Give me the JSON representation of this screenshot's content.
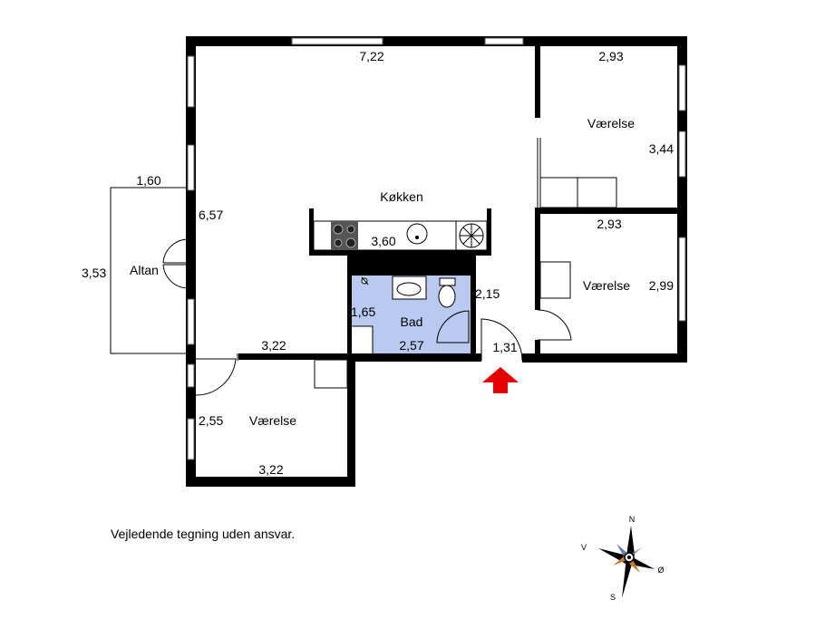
{
  "rooms": {
    "living": {
      "length": "7,22",
      "width": "6,57",
      "wall_length": "3,22"
    },
    "kitchen": {
      "label": "Køkken",
      "counter": "3,60"
    },
    "bedroom_ne": {
      "label": "Værelse",
      "width": "2,93",
      "depth": "3,44"
    },
    "bedroom_e": {
      "label": "Værelse",
      "width": "2,93",
      "depth": "2,99"
    },
    "bathroom": {
      "label": "Bad",
      "depth": "1,65",
      "width": "2,57",
      "right_depth": "2,15"
    },
    "entrance": {
      "width": "1,31"
    },
    "balcony": {
      "label": "Altan",
      "width": "1,60",
      "depth": "3,53"
    },
    "bedroom_sw": {
      "label": "Værelse",
      "depth": "2,55",
      "width": "3,22"
    }
  },
  "disclaimer": "Vejledende tegning uden ansvar.",
  "compass": {
    "n": "N",
    "s": "S",
    "e": "Ø",
    "w": "V"
  },
  "colors": {
    "wall": "#000000",
    "bathroom": "#b9c9f0",
    "entrance_arrow": "#e50000"
  }
}
